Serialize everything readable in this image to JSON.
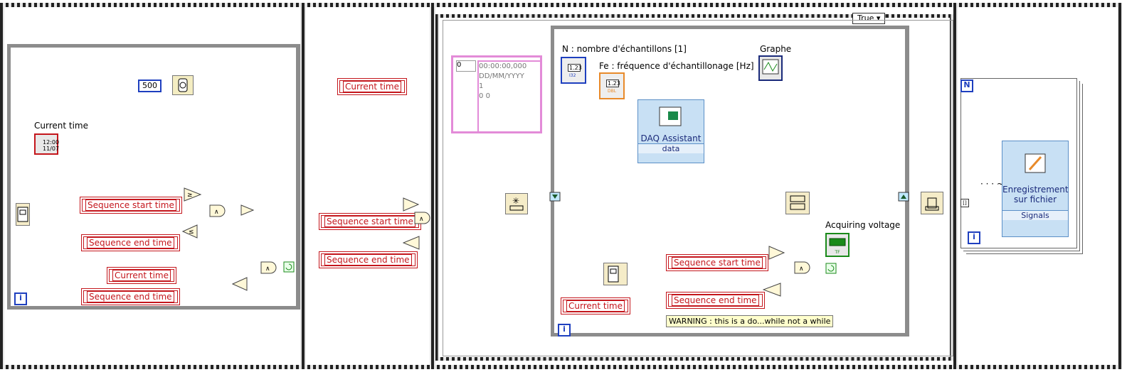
{
  "frames": {
    "f1": {
      "loop_i": "i",
      "wait_const": "500",
      "label_current_time": "Current time",
      "clock_text_1": "12:00",
      "clock_text_2": "11/07",
      "tstr": [
        "Sequence start time",
        "Sequence end time",
        "Current time",
        "Sequence end time"
      ]
    },
    "f2": {
      "tstr": [
        "Current time",
        "Sequence start time",
        "Sequence end time"
      ]
    },
    "f3": {
      "case_selector": "True",
      "cluster": {
        "index": "0",
        "timestamp": "00:00:00,000",
        "date_format": "DD/MM/YYYY",
        "val1": "1",
        "val2": "0",
        "val3": "0"
      },
      "label_n": "N : nombre d'échantillons [1]",
      "label_fe": "Fe : fréquence d'échantillonage [Hz]",
      "num_n": "1.23",
      "num_n_type": "I32",
      "num_fe": "1.23",
      "num_fe_type": "DBL",
      "label_graph": "Graphe",
      "daq_title": "DAQ Assistant",
      "daq_output": "data",
      "label_acquiring": "Acquiring voltage",
      "acq_type": "TF",
      "tstr": [
        "Sequence start time",
        "Sequence end time",
        "Current time"
      ],
      "warning": "WARNING : this is a do...while not a while",
      "loop_i": "i"
    },
    "f4": {
      "for_n": "N",
      "for_i": "i",
      "express_title_1": "Enregistrement",
      "express_title_2": "sur fichier",
      "express_input": "Signals",
      "dots": "· · · ~"
    }
  },
  "colors": {
    "string_wire": "#c4161c",
    "numeric_wire": "#1e3fbf",
    "bool_wire": "#1a8a1a",
    "dyn_wire": "#1a2a7a",
    "loop_border": "#8c8c8c",
    "compact_wire": "#e88a2a"
  }
}
